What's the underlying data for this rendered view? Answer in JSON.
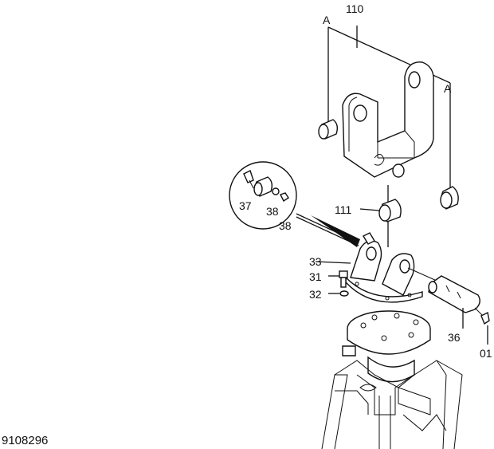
{
  "diagram": {
    "drawing_number": "9108296",
    "callouts": {
      "p110": "110",
      "p111": "111",
      "p33": "33",
      "p31": "31",
      "p32": "32",
      "p36": "36",
      "p01": "01",
      "p37": "37",
      "p38a": "38",
      "p38b": "38",
      "arrowA_left": "A",
      "arrowA_right": "A"
    }
  }
}
